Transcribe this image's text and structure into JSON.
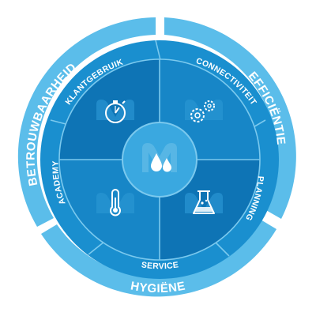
{
  "outer_labels": {
    "left": "BETROUWBAARHEID",
    "right": "EFFICIËNTIE",
    "bottom": "HYGIËNE"
  },
  "ring_labels": {
    "top_left": "KLANTGEBRUIK",
    "top_right": "CONNECTIVITEIT",
    "left": "ACADEMY",
    "right": "PLANNING",
    "bottom": "SERVICE"
  },
  "quadrant_icons": {
    "top_left": "stopwatch-icon",
    "top_right": "gears-icon",
    "bottom_left": "thermometer-icon",
    "bottom_right": "flask-icon",
    "center": "water-drops-logo-icon"
  },
  "colors": {
    "outer_ring": "#5BBDEA",
    "middle_ring": "#1A8FCF",
    "inner_light": "#1786C7",
    "inner_dark": "#0E74B5",
    "center": "#3AA8E0",
    "line": "#7BC9EE",
    "text": "#FFFFFF"
  }
}
